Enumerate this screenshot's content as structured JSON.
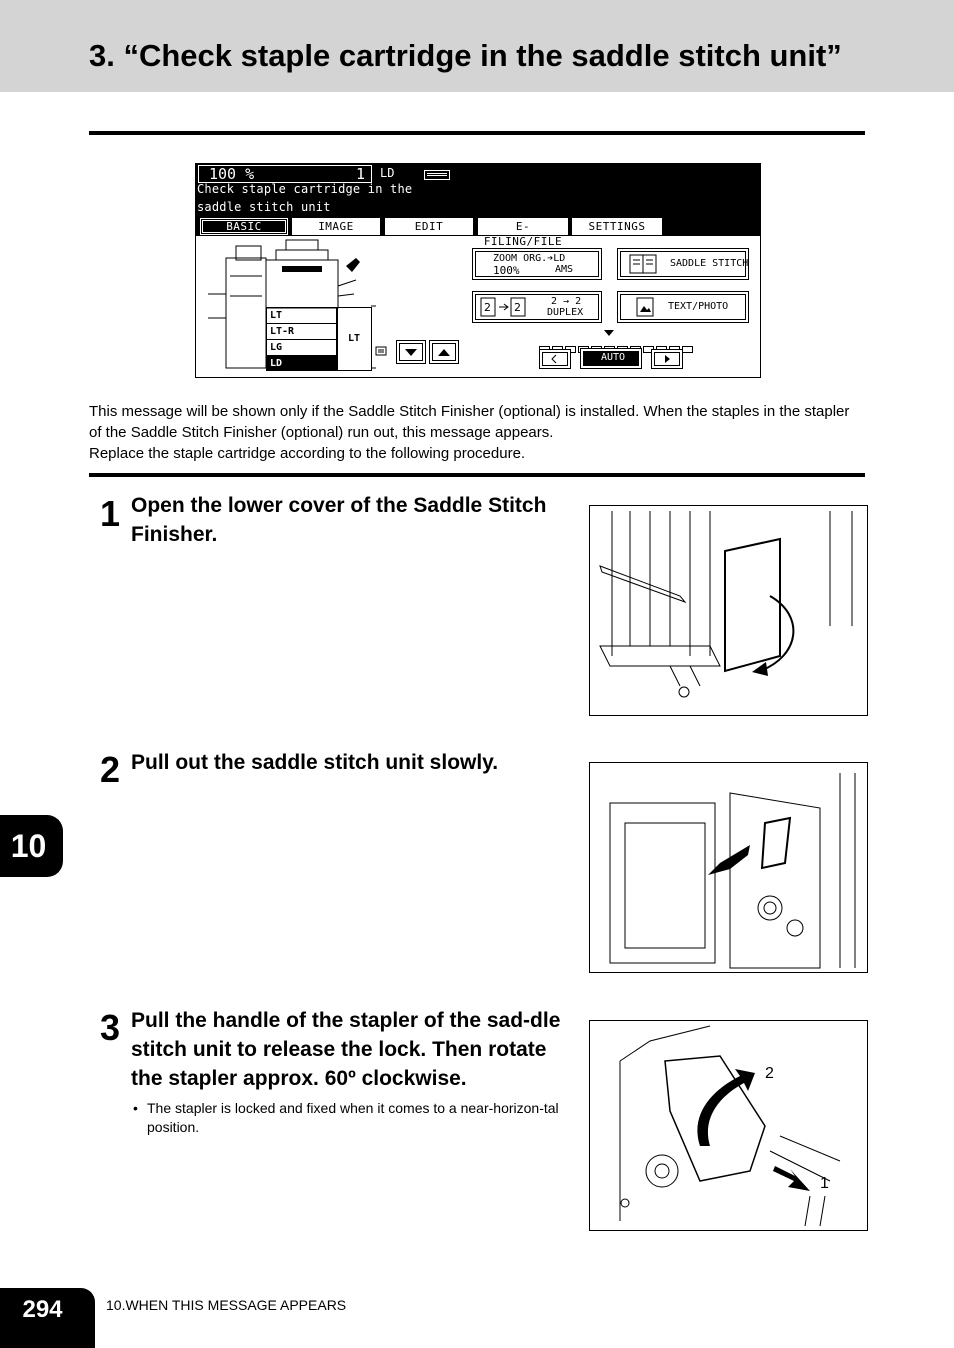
{
  "header": {
    "title": "3. “Check staple cartridge in the saddle stitch unit”"
  },
  "control_panel": {
    "zoom": "100 %",
    "copies": "1",
    "paper_size": "LD",
    "message_line1": "Check staple cartridge in the",
    "message_line2": "saddle stitch unit",
    "tabs": [
      "BASIC",
      "IMAGE",
      "EDIT",
      "E-FILING/FILE",
      "SETTINGS"
    ],
    "zoom_button": {
      "line1": "ZOOM  ORG.➔LD",
      "line2": "100%",
      "line3": "AMS"
    },
    "saddle_stitch_label": "SADDLE STITCH",
    "duplex_button": {
      "line1": "2 → 2",
      "line2": "DUPLEX"
    },
    "text_photo_label": "TEXT/PHOTO",
    "paper_list": [
      "LT",
      "LT-R",
      "LG",
      "LD"
    ],
    "paper_current": "LT",
    "auto_label": "AUTO",
    "icons": [
      "copier-icon",
      "saddle-stitch-icon",
      "duplex-icon",
      "text-photo-icon",
      "down-arrow-icon",
      "up-arrow-icon",
      "lighter-icon",
      "darker-icon"
    ]
  },
  "intro": {
    "line1": "This message will be shown only if the Saddle Stitch Finisher (optional) is installed. When the staples in the stapler of the Saddle Stitch Finisher (optional) run out, this message appears.",
    "line2": "Replace the staple cartridge according to the following procedure."
  },
  "steps": [
    {
      "number": "1",
      "text": "Open the lower cover of the Saddle Stitch Finisher."
    },
    {
      "number": "2",
      "text": "Pull out the saddle stitch unit slowly."
    },
    {
      "number": "3",
      "text": "Pull the handle of the stapler of the sad-dle stitch unit to release the lock. Then rotate the stapler approx. 60º clockwise.",
      "note": "The stapler is locked and fixed when it comes to a near-horizon-tal position."
    }
  ],
  "step3_callouts": {
    "c1": "1",
    "c2": "2"
  },
  "chapter_tab": "10",
  "footer": {
    "page_number": "294",
    "section": "10.WHEN THIS MESSAGE APPEARS"
  }
}
